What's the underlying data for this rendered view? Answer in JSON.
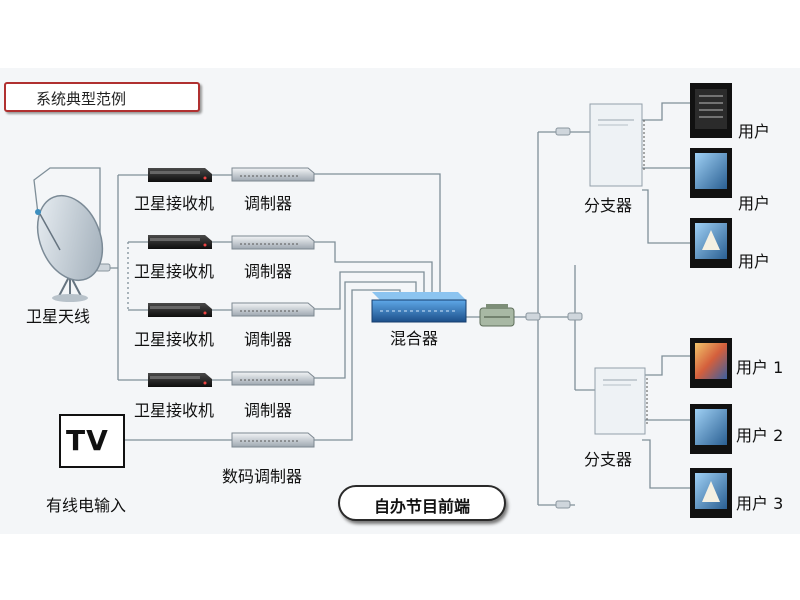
{
  "title": "系统典型范例",
  "satellite_antenna": "卫星天线",
  "receiver": "卫星接收机",
  "modulator": "调制器",
  "digital_modulator": "数码调制器",
  "mixer": "混合器",
  "splitter": "分支器",
  "cable_input": "有线电输入",
  "tv_logo": "TV",
  "frontend": "自办节目前端",
  "user": "用户",
  "user_1": "用户 1",
  "user_2": "用户 2",
  "user_3": "用户 3"
}
